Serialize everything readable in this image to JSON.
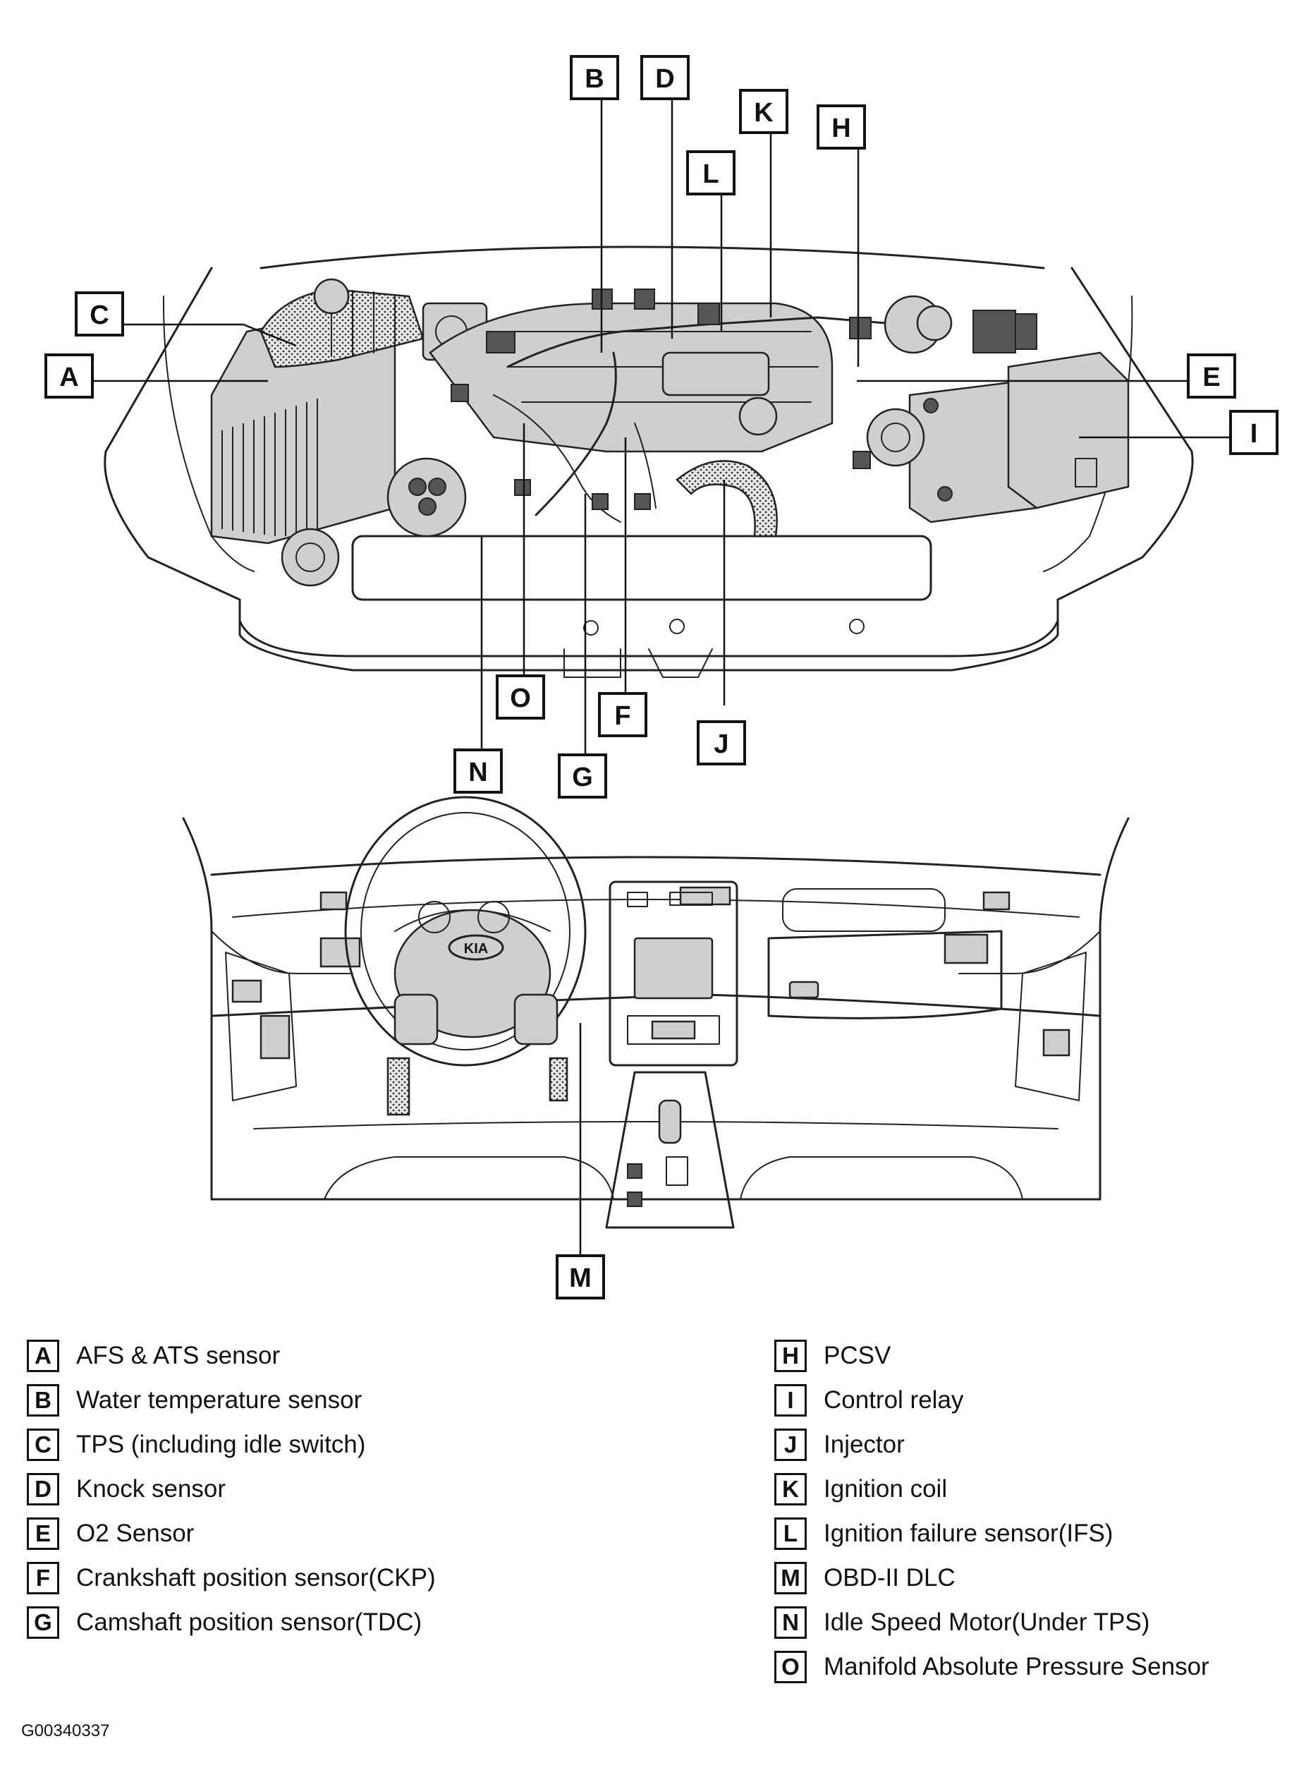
{
  "callout_letters": {
    "A": "A",
    "B": "B",
    "C": "C",
    "D": "D",
    "E": "E",
    "F": "F",
    "G": "G",
    "H": "H",
    "I": "I",
    "J": "J",
    "K": "K",
    "L": "L",
    "M": "M",
    "N": "N",
    "O": "O"
  },
  "dashboard_badge": "KIA",
  "legend": [
    {
      "letter": "A",
      "label": "AFS & ATS sensor"
    },
    {
      "letter": "B",
      "label": "Water temperature sensor"
    },
    {
      "letter": "C",
      "label": "TPS (including idle switch)"
    },
    {
      "letter": "D",
      "label": "Knock sensor"
    },
    {
      "letter": "E",
      "label": "O2 Sensor"
    },
    {
      "letter": "F",
      "label": "Crankshaft position sensor(CKP)"
    },
    {
      "letter": "G",
      "label": "Camshaft position sensor(TDC)"
    },
    {
      "letter": "H",
      "label": "PCSV"
    },
    {
      "letter": "I",
      "label": "Control relay"
    },
    {
      "letter": "J",
      "label": "Injector"
    },
    {
      "letter": "K",
      "label": "Ignition coil"
    },
    {
      "letter": "L",
      "label": "Ignition failure sensor(IFS)"
    },
    {
      "letter": "M",
      "label": "OBD-II DLC"
    },
    {
      "letter": "N",
      "label": "Idle Speed Motor(Under TPS)"
    },
    {
      "letter": "O",
      "label": "Manifold Absolute Pressure Sensor"
    }
  ],
  "figure_id": "G00340337"
}
